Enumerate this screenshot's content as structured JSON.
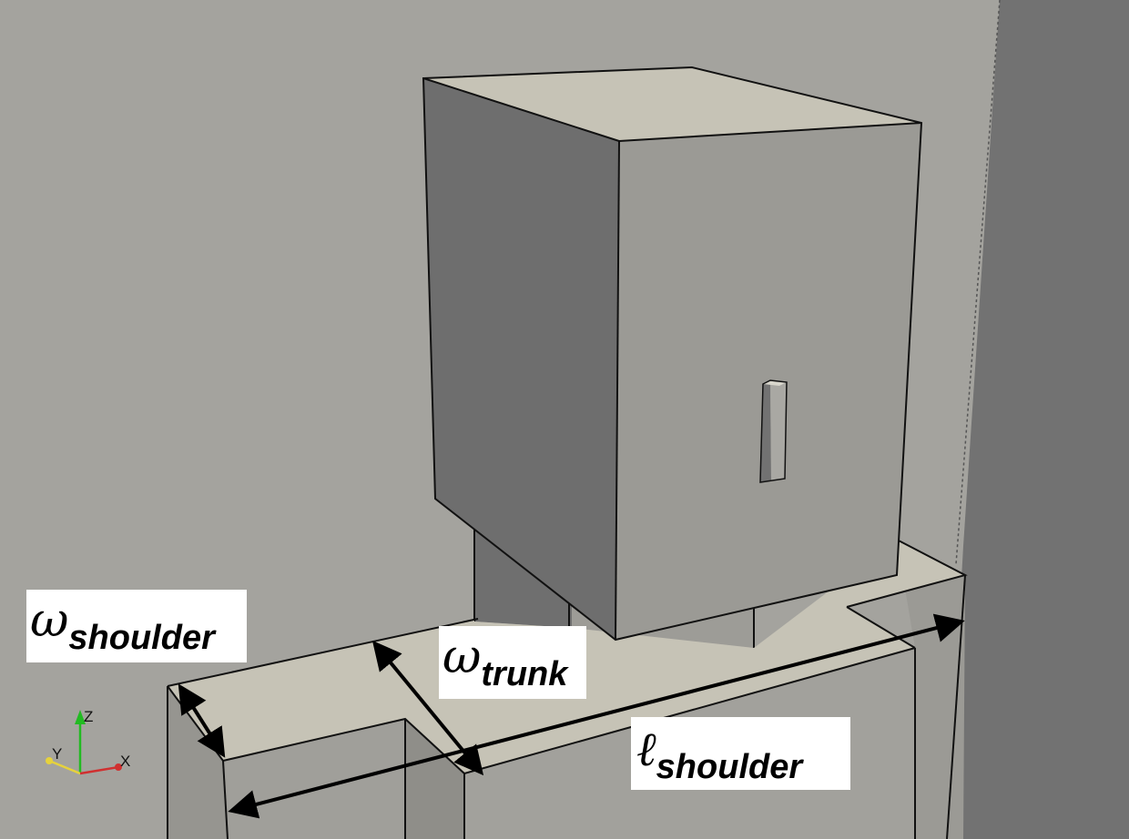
{
  "labels": {
    "shoulder_width": {
      "symbol": "ω",
      "subscript": "shoulder"
    },
    "trunk_width": {
      "symbol": "ω",
      "subscript": "trunk"
    },
    "shoulder_length": {
      "symbol": "ℓ",
      "subscript": "shoulder"
    }
  },
  "orientation_axes": {
    "z": "Z",
    "y": "Y",
    "x": "X"
  },
  "colors": {
    "background": "#a4a39e",
    "wall_dark": "#727272",
    "top_face": "#c6c3b6",
    "side_face": "#9b9a95",
    "front_face": "#a2a19c",
    "dark_face": "#6e6e6e",
    "axis_z": "#22bb22",
    "axis_y": "#e6d23c",
    "axis_x": "#d03030"
  }
}
